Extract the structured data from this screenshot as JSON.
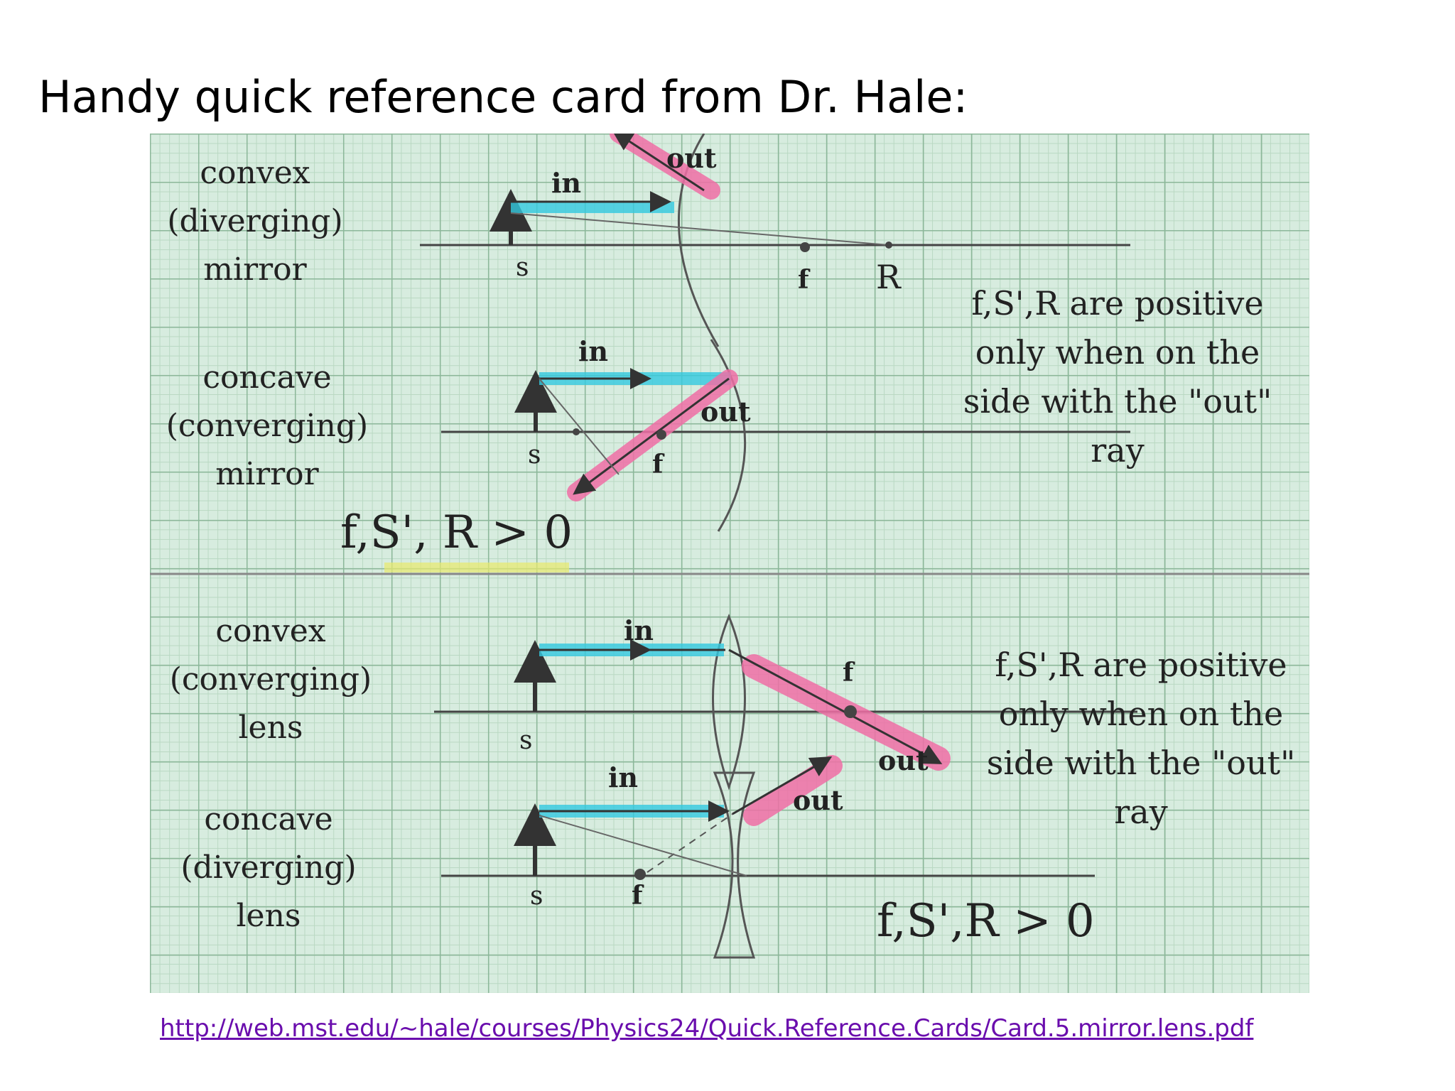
{
  "title": "Handy quick reference card from Dr. Hale:",
  "link": "http://web.mst.edu/~hale/courses/Physics24/Quick.Reference.Cards/Card.5.mirror.lens.pdf",
  "sections": {
    "convex_mirror": [
      "convex",
      "(diverging)",
      "mirror"
    ],
    "concave_mirror": [
      "concave",
      "(converging)",
      "mirror"
    ],
    "convex_lens": [
      "convex",
      "(converging)",
      "lens"
    ],
    "concave_lens": [
      "concave",
      "(diverging)",
      "lens"
    ]
  },
  "labels": {
    "in": "in",
    "out": "out",
    "s": "s",
    "f": "f",
    "R": "R"
  },
  "rules": {
    "mirror_note": [
      "f,S',R are positive",
      "only when on the",
      "side with the \"out\"",
      "ray"
    ],
    "lens_note": [
      "f,S',R are positive",
      "only when on the",
      "side with the \"out\"",
      "ray"
    ],
    "mirror_formula": "f,S', R > 0",
    "lens_formula": "f,S',R > 0"
  },
  "colors": {
    "in_highlight": "#33c9e0",
    "out_highlight": "#f06fa6",
    "grid": "#8cb79a"
  }
}
